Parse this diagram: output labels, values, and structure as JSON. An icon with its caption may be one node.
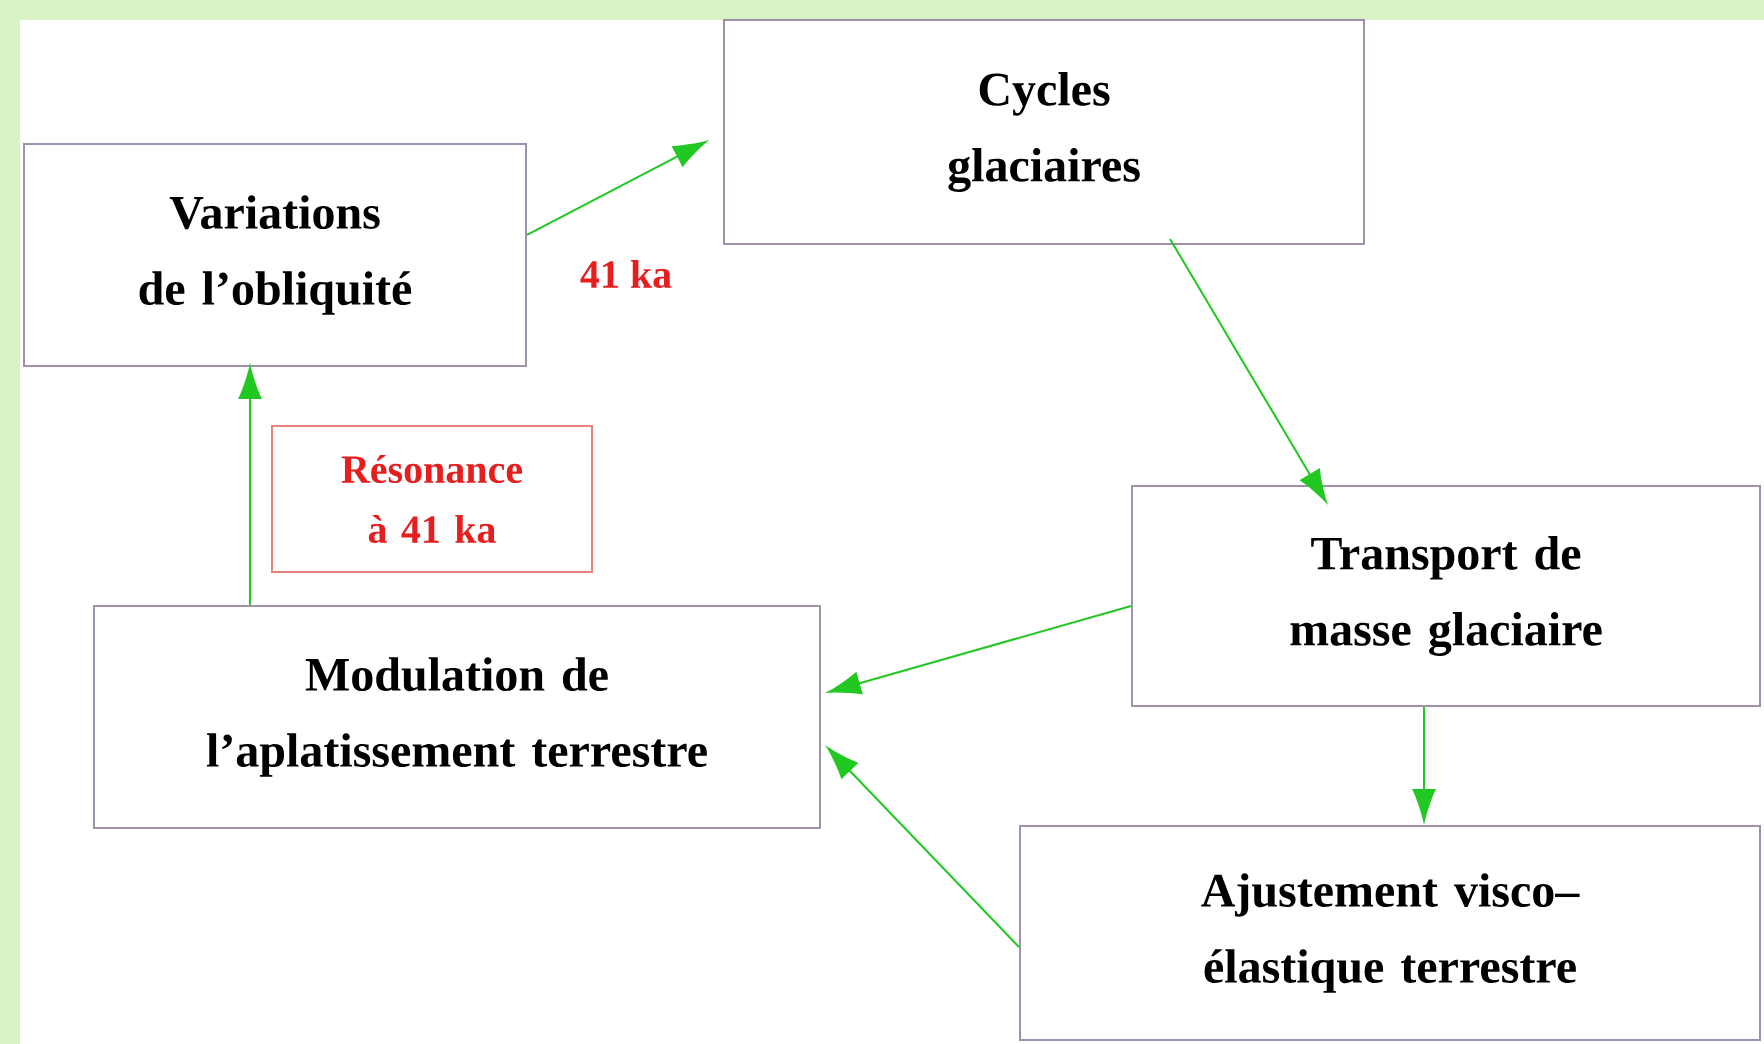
{
  "diagram": {
    "nodes": [
      {
        "text": [
          "Variations de l’obliquité"
        ]
      },
      {
        "text": [
          "Cycles glaciaires"
        ]
      },
      {
        "text": [
          "Transport de masse glaciaire"
        ]
      },
      {
        "text": [
          "Modulation de l’aplatissement terrestre"
        ]
      },
      {
        "text": [
          "Ajustement visco–élastique terrestre"
        ]
      },
      {
        "text": [
          "Résonance à 41 ka"
        ]
      }
    ],
    "edges": [
      {
        "from": 0,
        "to": 1,
        "arrow": "to",
        "label": "41 ka"
      },
      {
        "from": 1,
        "to": 2,
        "arrow": "to"
      },
      {
        "from": 2,
        "to": 3,
        "arrow": "to"
      },
      {
        "from": 2,
        "to": 4,
        "arrow": "to"
      },
      {
        "from": 4,
        "to": 3,
        "arrow": "to"
      },
      {
        "from": 3,
        "to": 0,
        "arrow": "to"
      }
    ]
  }
}
